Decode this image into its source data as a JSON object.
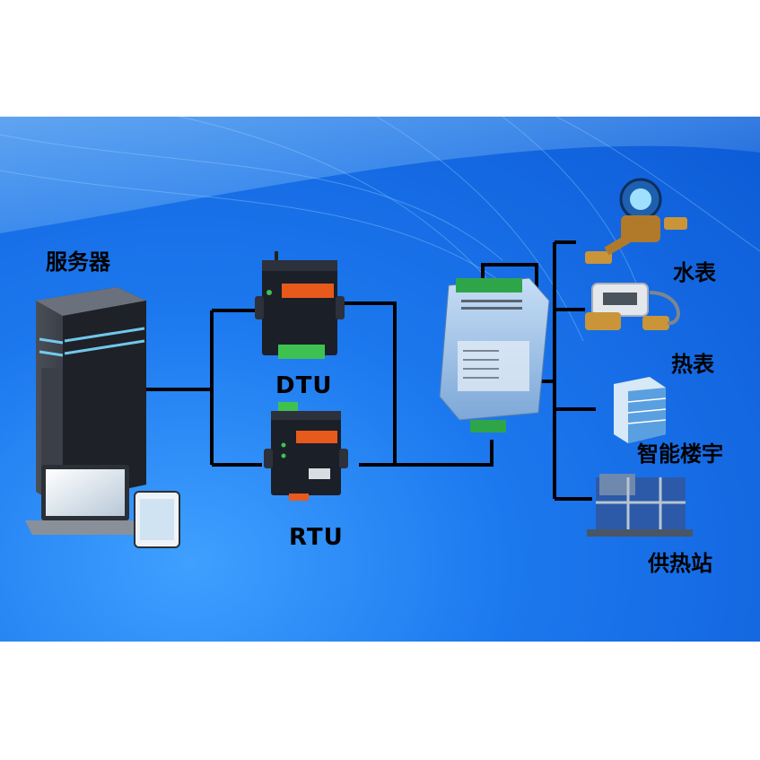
{
  "nodes": {
    "server": "服务器",
    "dtu": "DTU",
    "rtu": "RTU",
    "water_meter": "水表",
    "heat_meter": "热表",
    "smart_building": "智能楼宇",
    "heating_station": "供热站"
  },
  "icons": {
    "server": "server-tower-with-laptop-and-tablet",
    "dtu": "dtu-device-icon",
    "rtu": "rtu-device-icon",
    "converter": "modbus-converter-icon",
    "water_meter": "water-meter-icon",
    "heat_meter": "heat-meter-icon",
    "smart_building": "building-icon",
    "heating_station": "heating-station-icon"
  },
  "colors": {
    "background": "#1c78ee",
    "connector": "#000000",
    "device_body": "#1b1f28",
    "device_accent": "#e8591c",
    "terminal_green": "#3fc152"
  }
}
